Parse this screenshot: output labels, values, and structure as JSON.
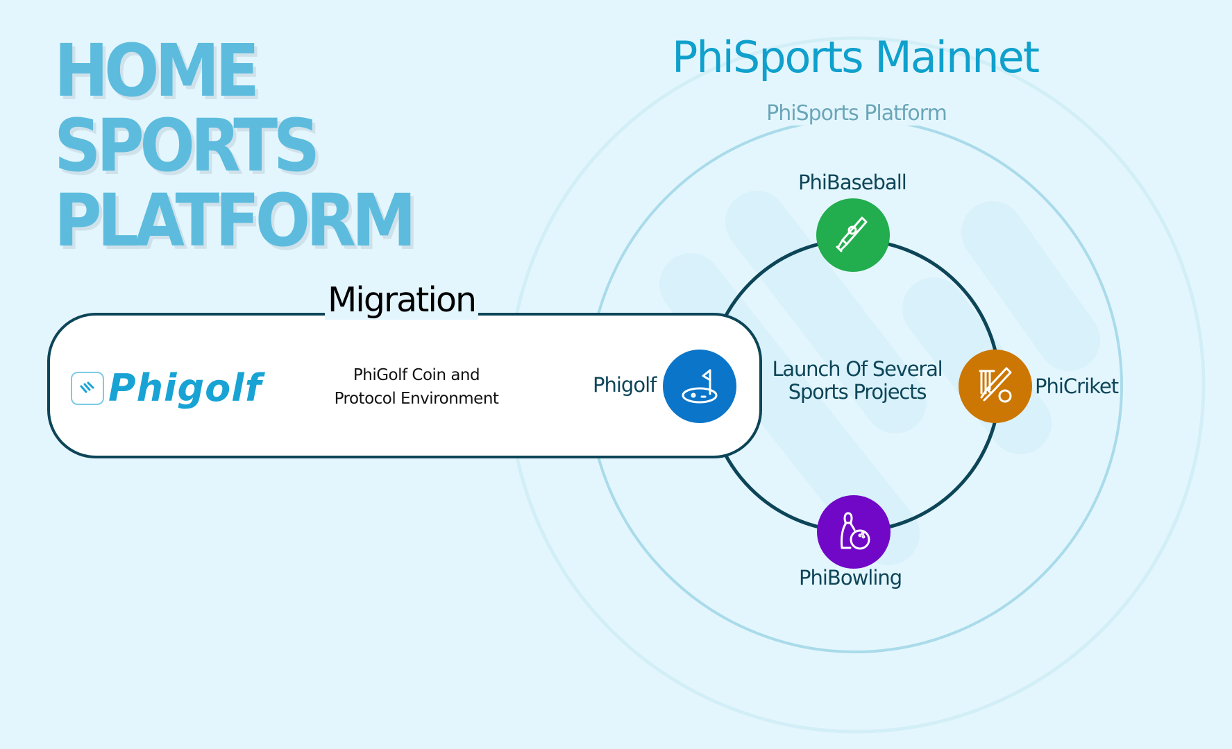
{
  "hero": {
    "lines": [
      "HOME",
      "SPORTS",
      "PLATFORM"
    ]
  },
  "mainnet": {
    "title": "PhiSports Mainnet",
    "platform_label": "PhiSports Platform"
  },
  "migration": {
    "label": "Migration",
    "logo_text": "Phigolf",
    "description_lines": [
      "PhiGolf Coin and",
      "Protocol Environment"
    ]
  },
  "center": {
    "lines": [
      "Launch Of Several",
      "Sports Projects"
    ]
  },
  "nodes": [
    {
      "label": "Phigolf",
      "icon": "golf-flag-icon",
      "color": "#0a75c9"
    },
    {
      "label": "PhiBaseball",
      "icon": "baseball-bat-icon",
      "color": "#22ad4e"
    },
    {
      "label": "PhiCriket",
      "icon": "cricket-icon",
      "color": "#cc7703"
    },
    {
      "label": "PhiBowling",
      "icon": "bowling-icon",
      "color": "#7208c7"
    }
  ],
  "colors": {
    "background": "#e4f6fd",
    "hero": "#5dbcdd",
    "ring": "#0d4558",
    "title": "#0fa0cc"
  }
}
